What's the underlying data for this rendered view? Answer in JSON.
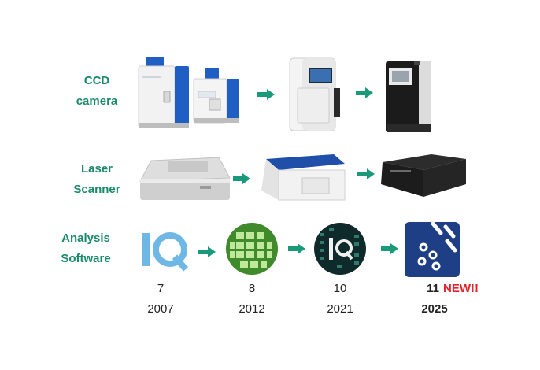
{
  "rows": {
    "ccd": {
      "label_line1": "CCD",
      "label_line2": "camera"
    },
    "laser": {
      "label_line1": "Laser",
      "label_line2": "Scanner"
    },
    "software": {
      "label_line1": "Analysis",
      "label_line2": "Software"
    }
  },
  "software_versions": [
    {
      "version": "7",
      "year": "2007"
    },
    {
      "version": "8",
      "year": "2012"
    },
    {
      "version": "10",
      "year": "2021"
    },
    {
      "version": "11",
      "year": "2025",
      "badge": "NEW!!"
    }
  ],
  "colors": {
    "label_green": "#1b8a6b",
    "arrow_green": "#1a9a7a",
    "new_red": "#e0242b",
    "ccd_blue": "#1f5fc4"
  },
  "icons": {
    "iq7": "iq-logo-icon",
    "iq8": "green-grid-icon",
    "iq10": "iq-dark-gel-icon",
    "iq11": "blue-dots-icon"
  }
}
